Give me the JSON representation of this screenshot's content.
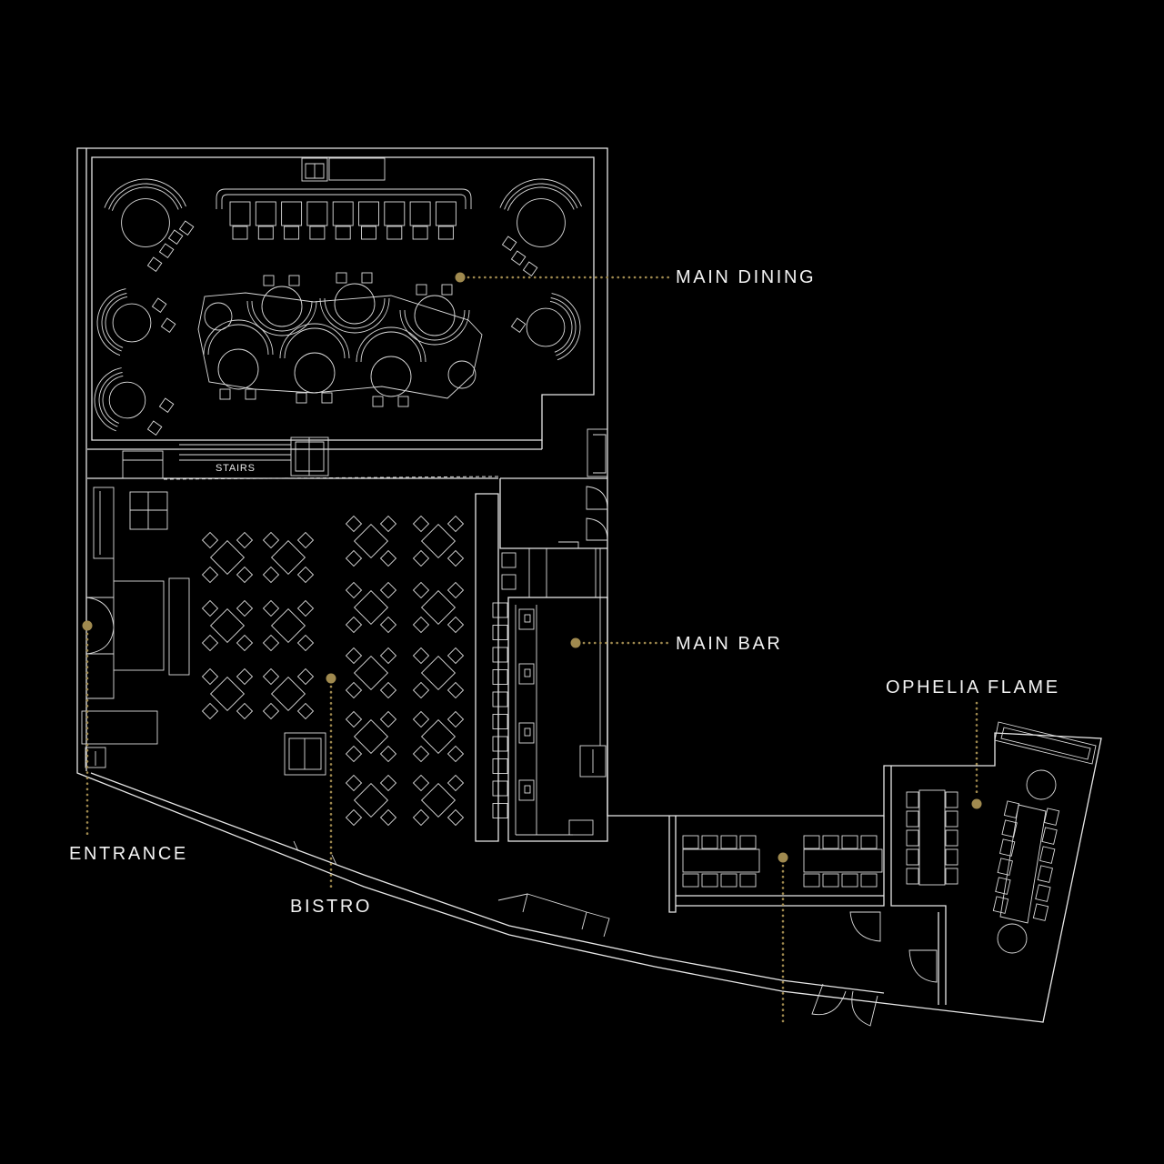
{
  "colors": {
    "background": "#000000",
    "lines": "#e8e8e8",
    "accent": "#a08a4f"
  },
  "labels": {
    "main_dining": "MAIN DINING",
    "main_bar": "MAIN BAR",
    "ophelia_flame": "OPHELIA FLAME",
    "entrance": "ENTRANCE",
    "bistro": "BISTRO",
    "stairs": "STAIRS"
  }
}
